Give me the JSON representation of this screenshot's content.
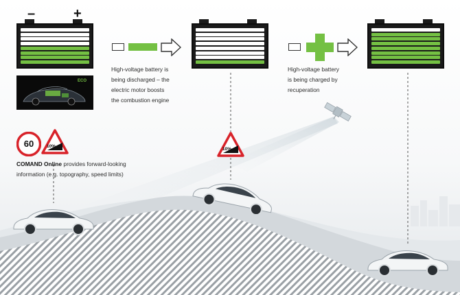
{
  "icons": {
    "battery": "battery-icon",
    "satellite": "satellite-icon",
    "speed_sign": "speed-limit-sign-icon",
    "gradient_sign": "gradient-warning-sign-icon",
    "arrow": "arrow-right-icon",
    "plus": "plus-icon",
    "car": "car-icon"
  },
  "colors": {
    "battery_fill": "#74c043",
    "battery_body": "#1a1a1a",
    "sign_red": "#d8232a",
    "road_gray": "#cfd4d8",
    "sky": "#eef1f4"
  },
  "battery_polarity": {
    "minus": "–",
    "plus": "+"
  },
  "batteries": [
    {
      "id": "battery-initial",
      "cells_total": 8,
      "cells_charged": 4
    },
    {
      "id": "battery-discharged",
      "cells_total": 8,
      "cells_charged": 1
    },
    {
      "id": "battery-recharged",
      "cells_total": 8,
      "cells_charged": 7
    }
  ],
  "dashboard_badge": "ECO",
  "captions": {
    "discharge": [
      "High-voltage battery is",
      "being discharged – the",
      "electric motor boosts",
      "the combustion engine"
    ],
    "charge": [
      "High-voltage battery",
      "is being charged by",
      "recuperation"
    ],
    "comand_bold": "COMAND Online",
    "comand_rest": " provides forward-looking",
    "comand_line2": "information (e.g. topography, speed limits)"
  },
  "signs": {
    "speed_limit": "60",
    "gradient_1": "10%",
    "gradient_2": "10%"
  }
}
